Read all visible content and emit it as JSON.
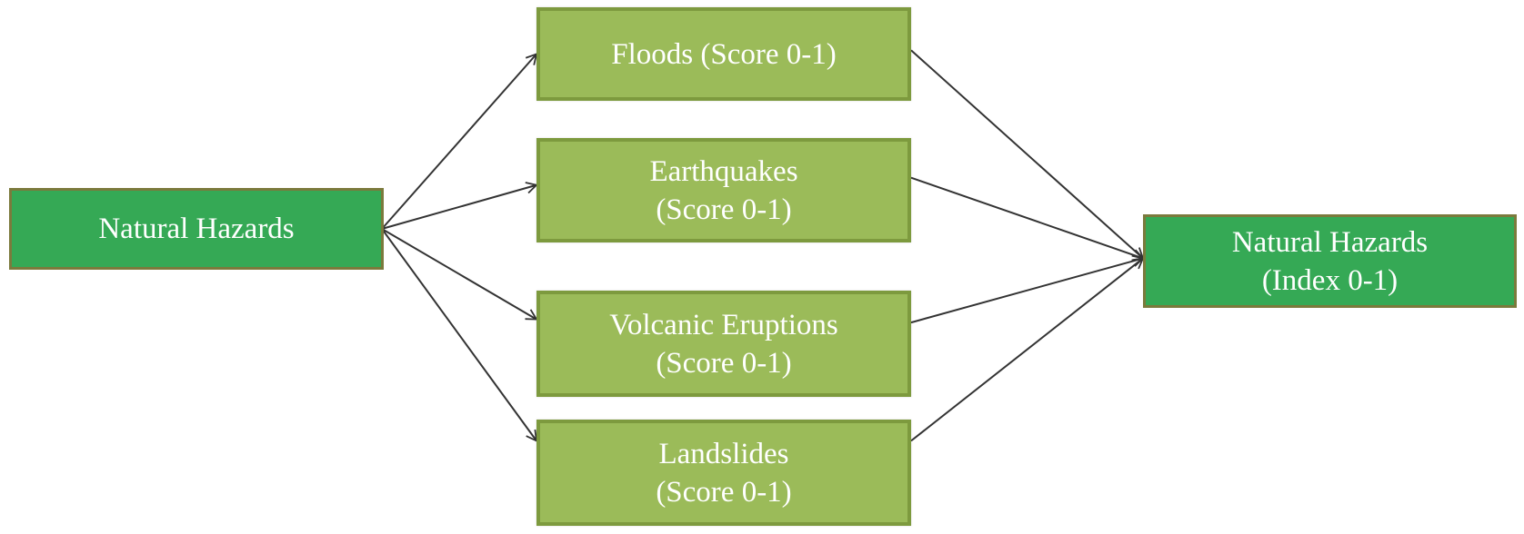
{
  "diagram": {
    "type": "flow",
    "colors": {
      "source_fill": "#35a955",
      "component_fill": "#9bbb59",
      "target_fill": "#35a955",
      "arrow": "#333333",
      "text": "#ffffff"
    },
    "source": {
      "id": "source",
      "lines": [
        "Natural Hazards"
      ]
    },
    "components": [
      {
        "id": "m0",
        "lines": [
          "Floods (Score 0-1)"
        ]
      },
      {
        "id": "m1",
        "lines": [
          "Earthquakes",
          "(Score 0-1)"
        ]
      },
      {
        "id": "m2",
        "lines": [
          "Volcanic Eruptions",
          "(Score 0-1)"
        ]
      },
      {
        "id": "m3",
        "lines": [
          "Landslides",
          "(Score 0-1)"
        ]
      }
    ],
    "target": {
      "id": "target",
      "lines": [
        "Natural Hazards",
        "(Index 0-1)"
      ]
    },
    "edges": [
      {
        "from": "source",
        "to": "m0"
      },
      {
        "from": "source",
        "to": "m1"
      },
      {
        "from": "source",
        "to": "m2"
      },
      {
        "from": "source",
        "to": "m3"
      },
      {
        "from": "m0",
        "to": "target"
      },
      {
        "from": "m1",
        "to": "target"
      },
      {
        "from": "m2",
        "to": "target"
      },
      {
        "from": "m3",
        "to": "target"
      }
    ]
  }
}
